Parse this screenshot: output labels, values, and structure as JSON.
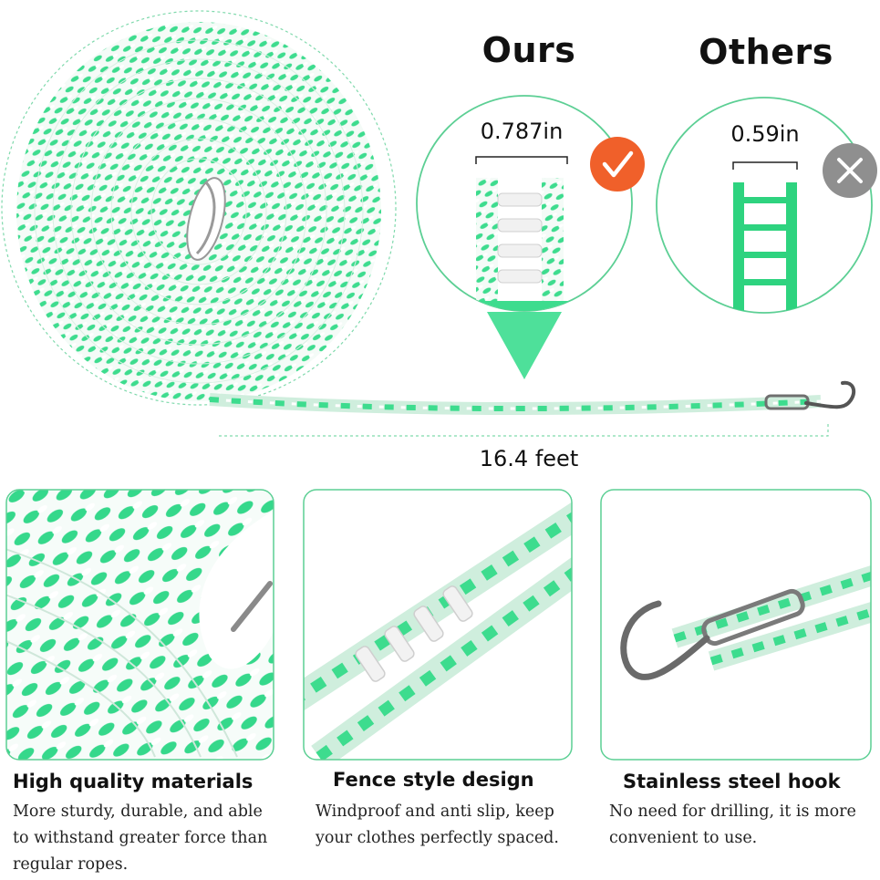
{
  "comparison": {
    "ours_heading": "Ours",
    "others_heading": "Others",
    "ours_width": "0.787in",
    "others_width": "0.59in"
  },
  "rope_length": "16.4 feet",
  "features": [
    {
      "title": "High quality materials",
      "description": "More sturdy, durable, and able to withstand greater force than regular ropes."
    },
    {
      "title": "Fence style design",
      "description": "Windproof and anti slip, keep your clothes perfectly spaced."
    },
    {
      "title": "Stainless steel hook",
      "description": "No need for drilling, it is more convenient to use."
    }
  ],
  "colors": {
    "accent_green": "#2fd88a",
    "check_orange": "#f0602a",
    "cross_gray": "#8f8f8f"
  },
  "icons": [
    "check-icon",
    "cross-icon",
    "hook-icon"
  ]
}
